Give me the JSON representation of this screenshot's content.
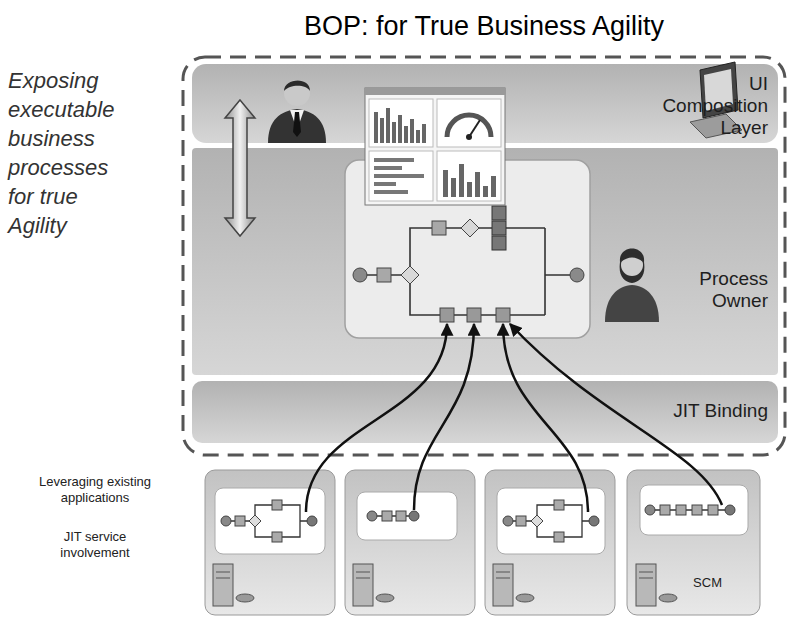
{
  "diagram": {
    "title": "BOP: for True Business Agility",
    "nodes": [
      {
        "text": [
          "UI Composition Layer"
        ]
      },
      {
        "text": [
          "Process Owner"
        ]
      },
      {
        "text": [
          "JIT Binding"
        ]
      },
      {
        "text": [
          "SCM"
        ]
      }
    ],
    "edges": [
      {
        "from": 0,
        "to": 1,
        "arrow": "both"
      }
    ],
    "labels": [
      "Exposing executable business processes for true Agility",
      "Leveraging existing applications",
      "JIT service involvement"
    ]
  }
}
